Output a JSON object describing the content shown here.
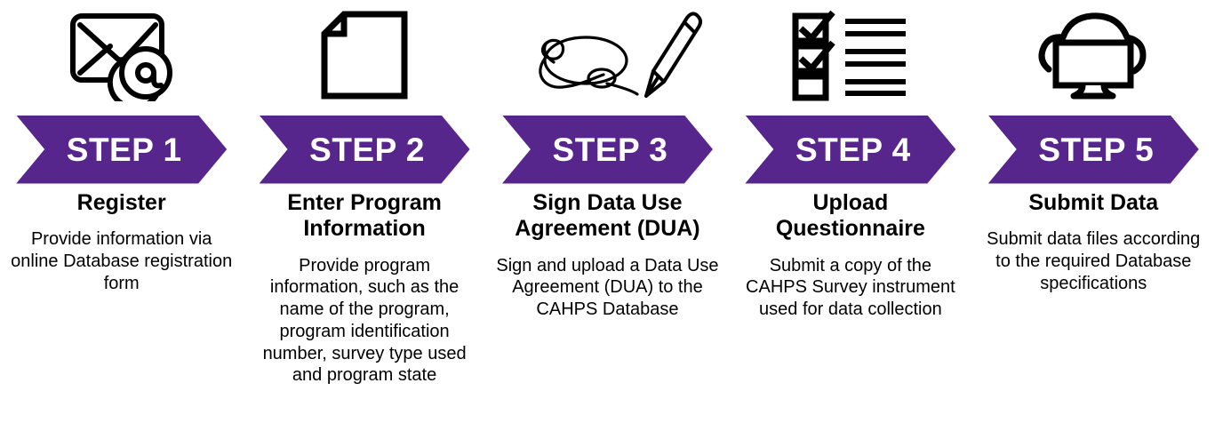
{
  "graphic": {
    "kind": "five-step-process-infographic",
    "accent_color": "#57268C",
    "text_color": "#000000",
    "background_color": "#ffffff",
    "banner_label_color": "#ffffff"
  },
  "steps": [
    {
      "banner": "STEP 1",
      "icon": "envelope-at-icon",
      "title": "Register",
      "description": "Provide information via online Database registration form"
    },
    {
      "banner": "STEP 2",
      "icon": "document-page-icon",
      "title": "Enter Program Information",
      "description": "Provide program information, such as the name of the program, program identification number, survey type used and program state"
    },
    {
      "banner": "STEP 3",
      "icon": "signature-pen-icon",
      "title": "Sign Data Use Agreement (DUA)",
      "description": "Sign and upload a Data Use Agreement (DUA) to the CAHPS Database"
    },
    {
      "banner": "STEP 4",
      "icon": "checklist-icon",
      "title": "Upload Questionnaire",
      "description": "Submit a copy of the CAHPS Survey instrument used for data collection"
    },
    {
      "banner": "STEP 5",
      "icon": "cloud-monitor-icon",
      "title": "Submit Data",
      "description": "Submit data files according to the required Database specifications"
    }
  ]
}
